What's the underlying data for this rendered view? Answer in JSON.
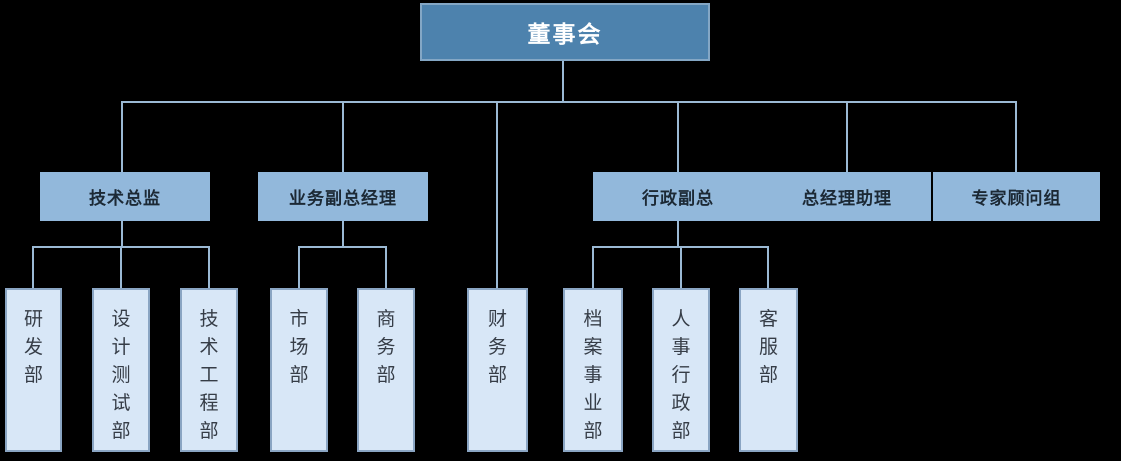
{
  "colors": {
    "background": "#000000",
    "root_fill": "#4D82AD",
    "root_border": "#84A7C5",
    "root_text": "#FFFFFF",
    "l2_fill": "#92B8DB",
    "l2_text": "#1C2935",
    "l3_fill": "#D8E7F7",
    "l3_border": "#8AA5C3",
    "l3_text": "#363D47",
    "connector": "#9BB9D4"
  },
  "org": {
    "root": {
      "label": "董事会"
    },
    "managers": [
      {
        "label": "技术总监",
        "parent": "董事会"
      },
      {
        "label": "业务副总经理",
        "parent": "董事会"
      },
      {
        "label": "行政副总",
        "parent": "董事会"
      },
      {
        "label": "总经理助理",
        "parent": "董事会"
      },
      {
        "label": "专家顾问组",
        "parent": "董事会"
      }
    ],
    "departments": [
      {
        "label": "研发部",
        "parent": "技术总监"
      },
      {
        "label": "设计测试部",
        "parent": "技术总监"
      },
      {
        "label": "技术工程部",
        "parent": "技术总监"
      },
      {
        "label": "市场部",
        "parent": "业务副总经理"
      },
      {
        "label": "商务部",
        "parent": "业务副总经理"
      },
      {
        "label": "财务部",
        "parent": "董事会"
      },
      {
        "label": "档案事业部",
        "parent": "行政副总"
      },
      {
        "label": "人事行政部",
        "parent": "行政副总"
      },
      {
        "label": "客服部",
        "parent": "行政副总"
      }
    ]
  }
}
